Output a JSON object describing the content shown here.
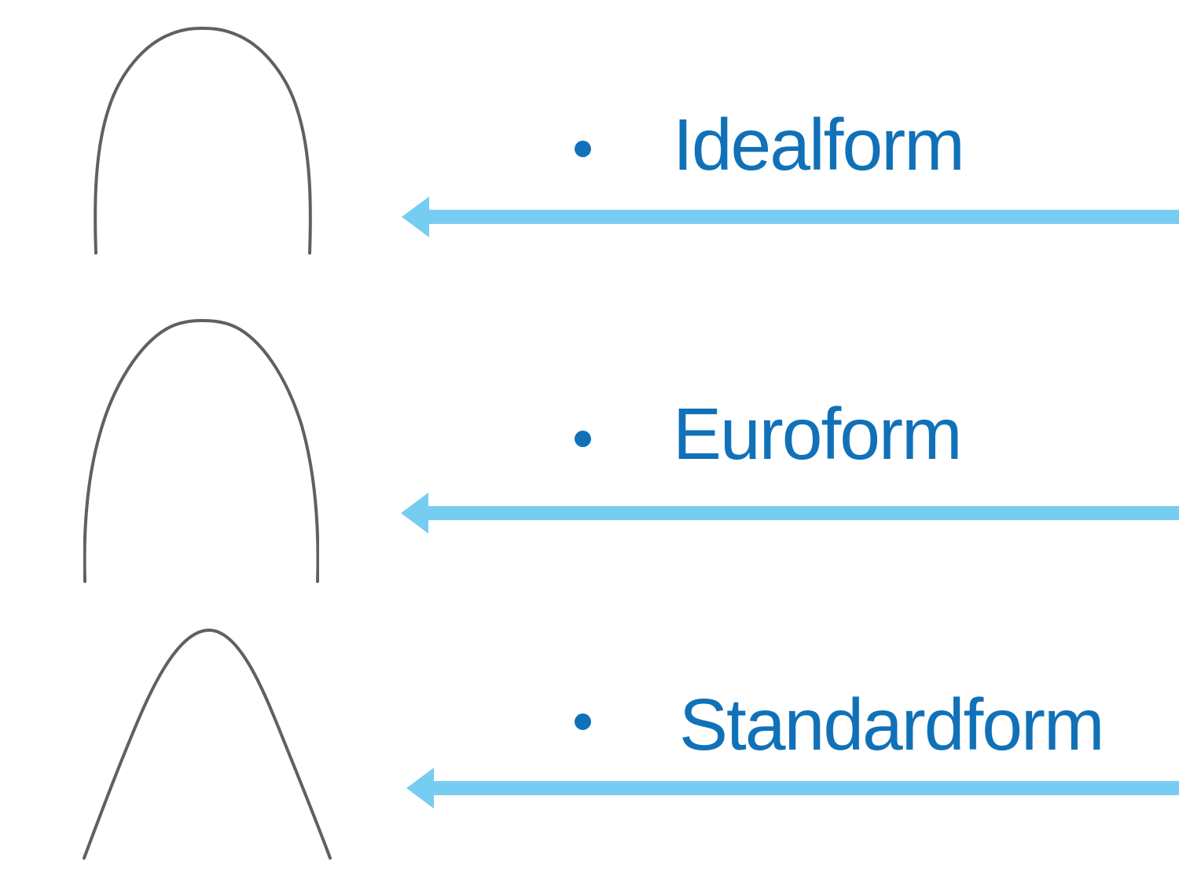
{
  "slide": {
    "description": "Three orthodontic archwire form shapes, each labeled with a bullet item and a left-pointing arrow",
    "background": "#ffffff"
  },
  "colors": {
    "label_blue": "#1171b8",
    "arrow_blue": "#77cdf1",
    "wire_gray": "#5f6062"
  },
  "items": [
    {
      "label": "Idealform",
      "icon": "idealform-archwire-icon"
    },
    {
      "label": "Euroform",
      "icon": "euroform-archwire-icon"
    },
    {
      "label": "Standardform",
      "icon": "standardform-archwire-icon"
    }
  ]
}
